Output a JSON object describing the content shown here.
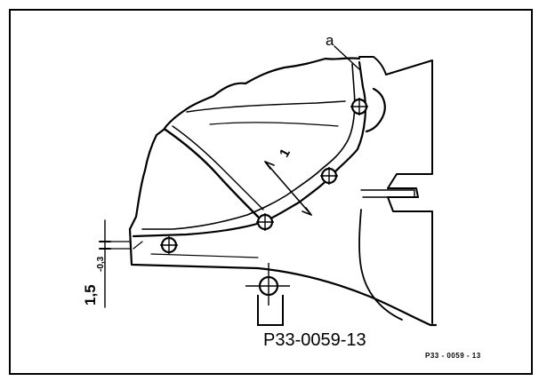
{
  "labels": {
    "callout_a": "a",
    "callout_1": "1",
    "dimension_value": "1,5",
    "dimension_tolerance": "-0,3",
    "figure_ref_large": "P33-0059-13",
    "figure_ref_small": "P33 - 0059 - 13"
  }
}
